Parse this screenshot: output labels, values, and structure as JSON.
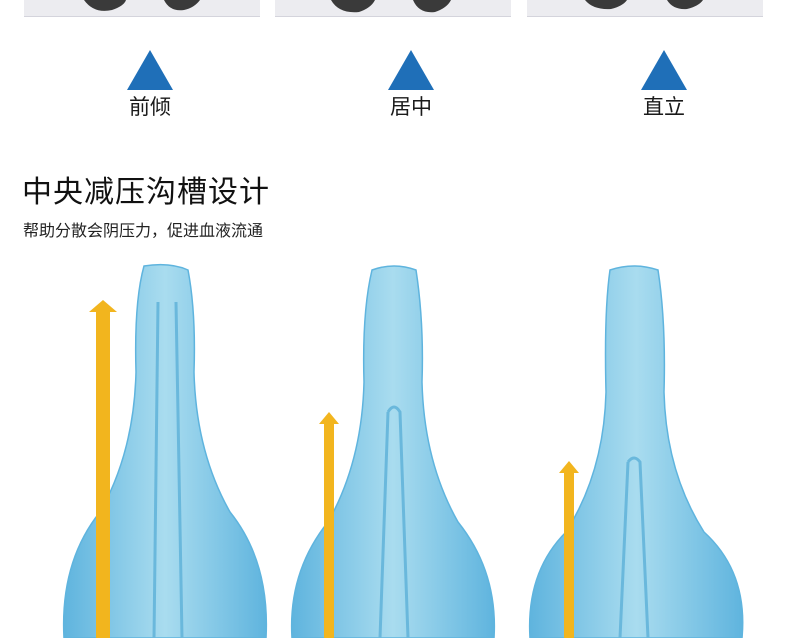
{
  "postures": [
    {
      "label": "前倾"
    },
    {
      "label": "居中"
    },
    {
      "label": "直立"
    }
  ],
  "section": {
    "title": "中央减压沟槽设计",
    "subtitle": "帮助分散会阴压力，促进血液流通"
  },
  "colors": {
    "triangle": "#1f6fb8",
    "saddle_fill": "#8fd0ea",
    "saddle_edge": "#5fb4de",
    "arrow": "#f2b51e",
    "panel_bg": "#ececf0",
    "pad": "#3a3a3a"
  },
  "saddles": [
    {
      "posture": "前倾",
      "arrow_level": 0.9
    },
    {
      "posture": "居中",
      "arrow_level": 0.6
    },
    {
      "posture": "直立",
      "arrow_level": 0.47
    }
  ]
}
